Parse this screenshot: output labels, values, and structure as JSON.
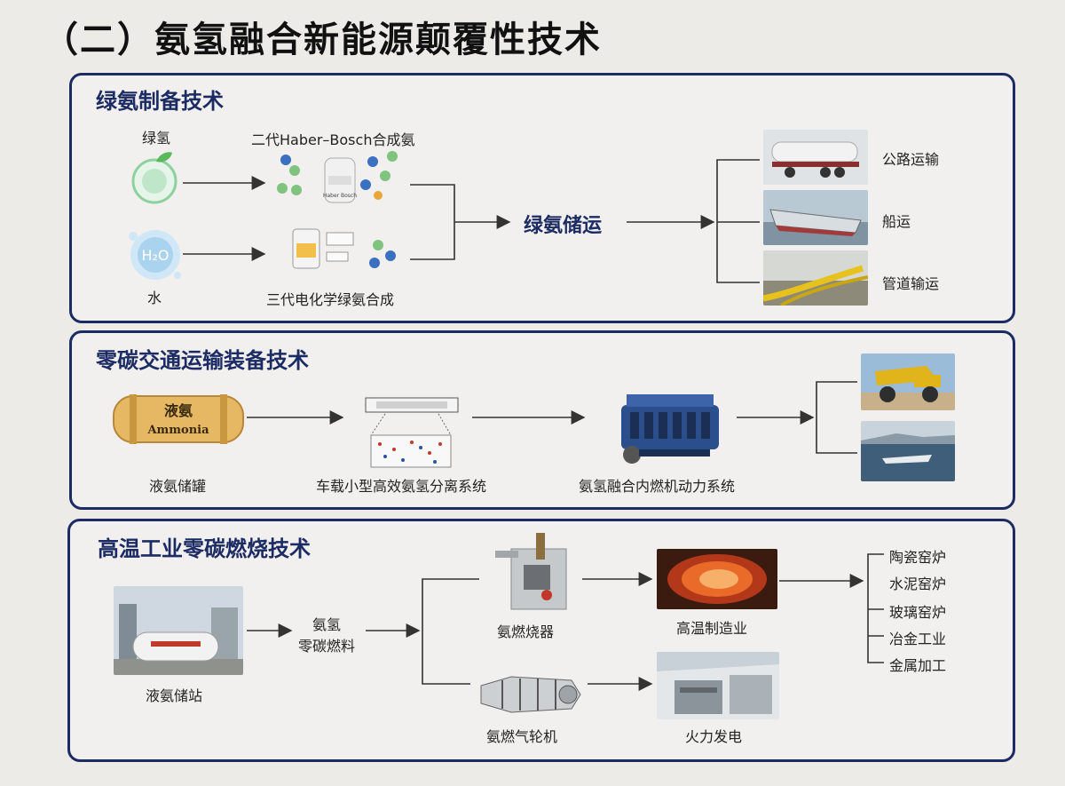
{
  "title": "（二）氨氢融合新能源颠覆性技术",
  "section1": {
    "title": "绿氨制备技术",
    "green_h2": "绿氢",
    "water": "水",
    "haber": "二代Haber–Bosch合成氨",
    "haber_device": "Haber Bosch",
    "electro": "三代电化学绿氨合成",
    "storage": "绿氨储运",
    "road": "公路运输",
    "ship": "船运",
    "pipe": "管道输运",
    "h2o": "H₂O"
  },
  "section2": {
    "title": "零碳交通运输装备技术",
    "tank_cn": "液氨",
    "tank_en": "Ammonia",
    "tank": "液氨储罐",
    "separator": "车载小型高效氨氢分离系统",
    "engine": "氨氢融合内燃机动力系统"
  },
  "section3": {
    "title": "高温工业零碳燃烧技术",
    "station": "液氨储站",
    "fuel_line1": "氨氢",
    "fuel_line2": "零碳燃料",
    "burner": "氨燃烧器",
    "turbine": "氨燃气轮机",
    "manufacturing": "高温制造业",
    "power": "火力发电",
    "uses": [
      "陶瓷窑炉",
      "水泥窑炉",
      "玻璃窑炉",
      "冶金工业",
      "金属加工"
    ]
  },
  "colors": {
    "border": "#1c2b63",
    "arrow": "#333333"
  }
}
